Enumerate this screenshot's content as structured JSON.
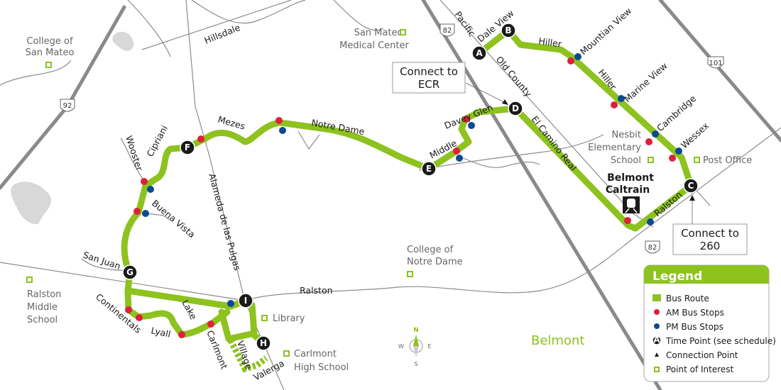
{
  "map": {
    "city_label": "Belmont",
    "highways": [
      "92",
      "82",
      "82",
      "101"
    ],
    "time_points": [
      "A",
      "B",
      "C",
      "D",
      "E",
      "F",
      "G",
      "H",
      "I"
    ],
    "streets": {
      "hillsdale": "Hillsdale",
      "pacific": "Pacific",
      "dale_view": "Dale View",
      "hiller1": "Hiller",
      "hiller2": "Hiller",
      "mountain_view": "Mountian View",
      "marine_view": "Marine View",
      "cambridge": "Cambridge",
      "wessex": "Wessex",
      "old_county": "Old County",
      "el_camino": "El Camino Real",
      "ralston_east": "Ralston",
      "davey_glen": "Davey Glen",
      "middle": "Middle",
      "notre_dame": "Notre Dame",
      "mezes": "Mezes",
      "cipriani": "Cipriani",
      "wooster": "Wooster",
      "buena_vista": "Buena Vista",
      "alameda": "Alameda de las Pulgas",
      "san_juan": "San Juan",
      "ralston_west": "Ralston",
      "continentals": "Continentals",
      "lyall": "Lyall",
      "lake": "Lake",
      "carlmont": "Carlmont",
      "village": "Village",
      "valerga": "Valerga"
    },
    "poi": {
      "college_san_mateo": [
        "College of",
        "San Mateo"
      ],
      "medical_center": [
        "San Mateo",
        "Medical Center"
      ],
      "nesbit": [
        "Nesbit",
        "Elementary",
        "School"
      ],
      "post_office": "Post Office",
      "caltrain": [
        "Belmont",
        "Caltrain"
      ],
      "notre_dame_college": [
        "College of",
        "Notre Dame"
      ],
      "ralston_school": [
        "Ralston",
        "Middle",
        "School"
      ],
      "library": "Library",
      "carlmont_hs": [
        "Carlmont",
        "High School"
      ]
    },
    "connections": {
      "ecr": [
        "Connect to",
        "ECR"
      ],
      "c260": [
        "Connect to",
        "260"
      ]
    },
    "compass": {
      "n": "N",
      "s": "S",
      "e": "E",
      "w": "W"
    }
  },
  "legend": {
    "title": "Legend",
    "items": [
      "Bus Route",
      "AM Bus Stops",
      "PM Bus Stops",
      "Time Point (see schedule)",
      "Connection Point",
      "Point of Interest"
    ],
    "time_point_sample": "A"
  },
  "colors": {
    "route": "#8dc21f",
    "am": "#e0203a",
    "pm": "#0a4a94",
    "timepoint": "#1a1a1a"
  }
}
